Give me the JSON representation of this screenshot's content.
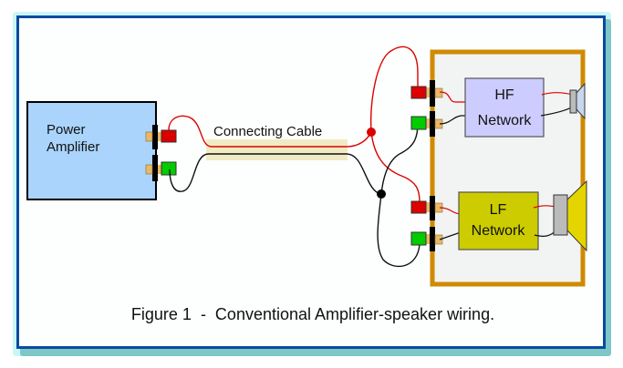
{
  "figure": {
    "caption": "Figure 1  -  Conventional Amplifier-speaker wiring.",
    "colors": {
      "frame_border": "#0a4aa0",
      "frame_glow": "#c8f7f7",
      "amplifier_fill": "#aad4fc",
      "cabinet_border": "#d08a00",
      "cabinet_fill": "#f2f3f3",
      "hf_network_fill": "#ccccff",
      "lf_network_fill": "#cccc00",
      "lf_cone_fill": "#e4d400",
      "hf_cone_fill": "#c8d8ec",
      "driver_magnet": "#bbbbbb",
      "positive_terminal": "#dd0000",
      "negative_terminal": "#00cc00",
      "terminal_post": "#e8b868",
      "positive_wire": "#dd0000",
      "negative_wire": "#111111",
      "cable_sheath": "#f0ebc4"
    }
  },
  "amplifier": {
    "label_line1": "Power",
    "label_line2": "Amplifier"
  },
  "cable": {
    "label": "Connecting Cable"
  },
  "hf_network": {
    "label_line1": "HF",
    "label_line2": "Network"
  },
  "lf_network": {
    "label_line1": "LF",
    "label_line2": "Network"
  }
}
